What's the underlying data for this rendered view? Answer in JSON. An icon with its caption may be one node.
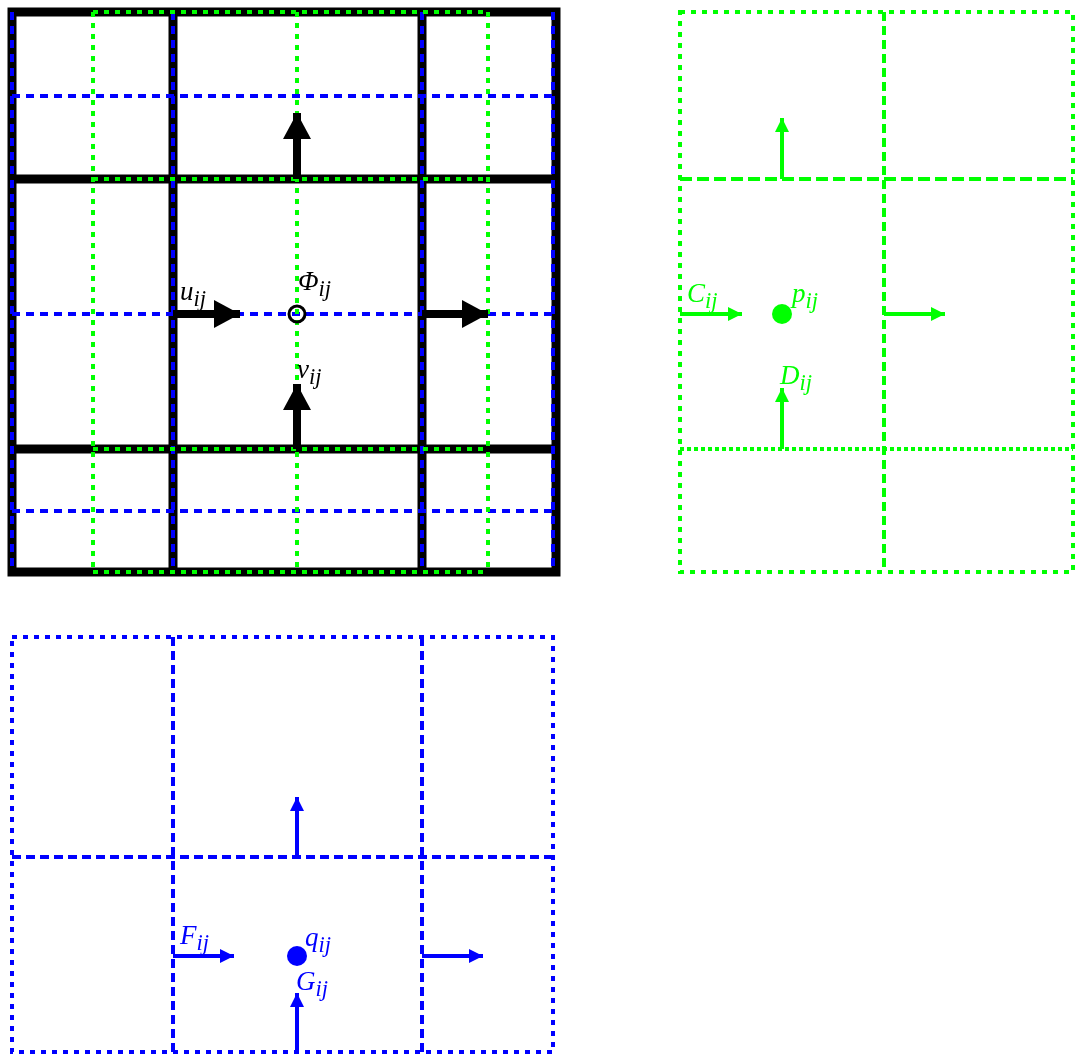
{
  "diagram": {
    "labels": [
      "Φ$_{ij}$",
      "u$_{ij}$",
      "v$_{ij}$",
      "C$_{ij}$",
      "p$_{ij}$",
      "D$_{ij}$",
      "F$_{ij}$",
      "q$_{ij}$",
      "G$_{ij}$"
    ]
  }
}
